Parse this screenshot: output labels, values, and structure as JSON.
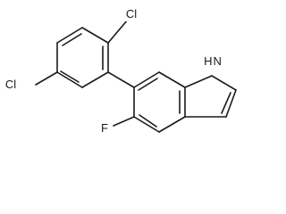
{
  "molecule": {
    "atom_labels": {
      "cl_top": "Cl",
      "cl_left": "Cl",
      "nh": "H N",
      "f": "F"
    },
    "bond_color": "#1a1a1a"
  }
}
